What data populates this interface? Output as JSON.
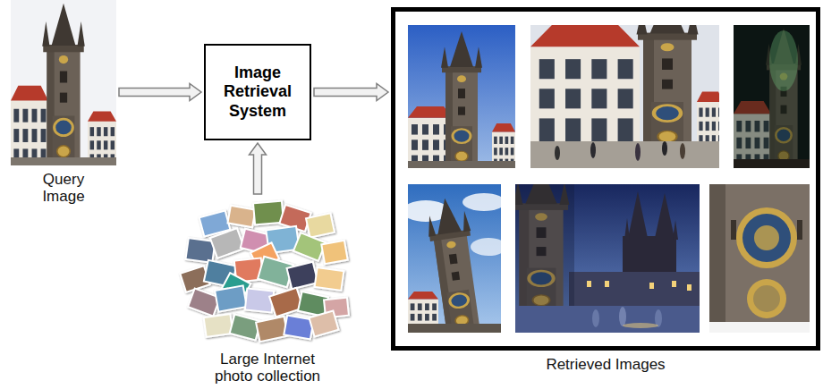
{
  "diagram": {
    "nodes": [
      {
        "text": [
          "Query Image"
        ]
      },
      {
        "text": [
          "Image Retrieval System"
        ]
      },
      {
        "text": [
          "Large Internet photo collection"
        ]
      },
      {
        "text": [
          "Retrieved Images"
        ]
      }
    ],
    "edges": [
      {
        "from": 0,
        "to": 1,
        "arrow": "to"
      },
      {
        "from": 2,
        "to": 1,
        "arrow": "to"
      },
      {
        "from": 1,
        "to": 3,
        "arrow": "to"
      }
    ]
  }
}
